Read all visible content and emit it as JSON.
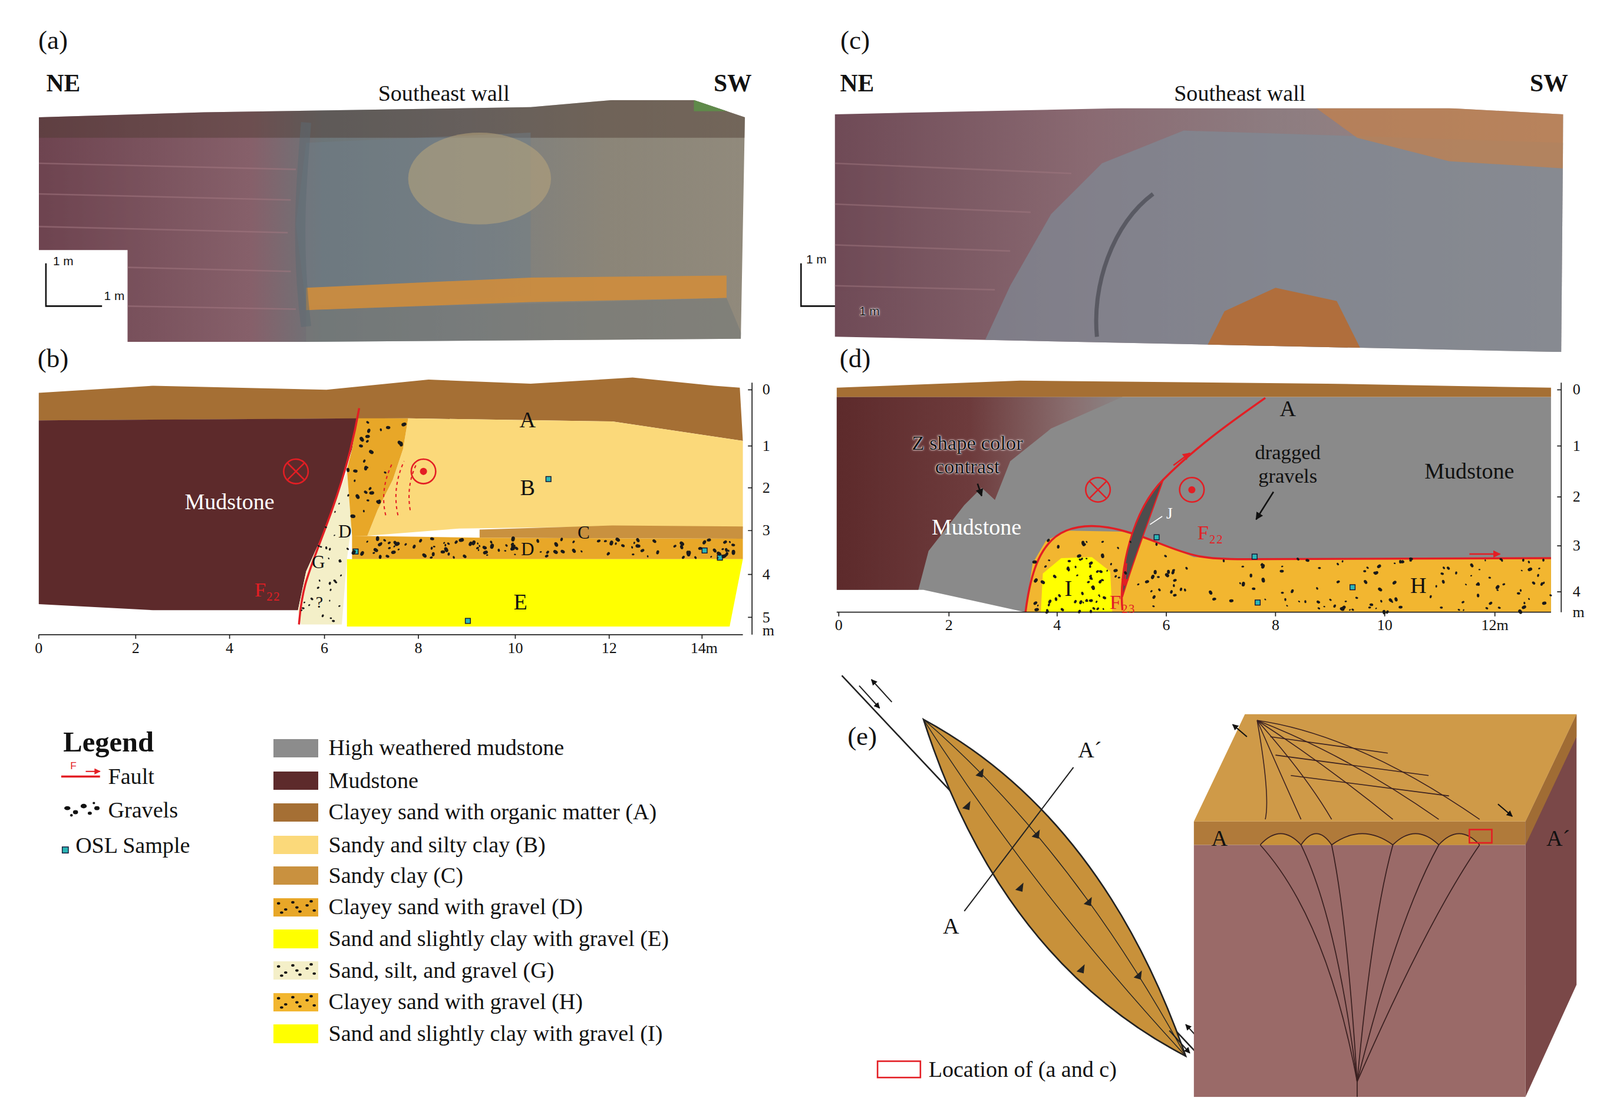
{
  "diagram": {
    "labels": [
      "(a)",
      "NE",
      "Southeast wall",
      "SW",
      "1 m",
      "1 m",
      "(b)",
      "A",
      "Mudstone",
      "B",
      "C",
      "D",
      "D",
      "E",
      "G",
      "?",
      "F₂₂",
      "0",
      "1",
      "2",
      "3",
      "4",
      "5",
      "m",
      "0",
      "2",
      "4",
      "6",
      "8",
      "10",
      "12",
      "14m",
      "(c)",
      "NE",
      "Southeast wall",
      "SW",
      "1 m",
      "1 m",
      "(d)",
      "A",
      "Z shape color contrast",
      "Mudstone",
      "Mudstone",
      "dragged gravels",
      "J",
      "F₂₃",
      "F₂₂",
      "I",
      "H",
      "0",
      "1",
      "2",
      "3",
      "4",
      "m",
      "0",
      "2",
      "4",
      "6",
      "8",
      "10",
      "12m",
      "(e)",
      "A´",
      "A",
      "A",
      "A´",
      "Legend",
      "Location of (a and c)",
      "F"
    ],
    "legend": [
      {
        "text": "Fault"
      },
      {
        "text": "Gravels"
      },
      {
        "text": "OSL Sample"
      },
      {
        "text": "High weathered mudstone",
        "color": "#8c8c8c"
      },
      {
        "text": "Mudstone",
        "color": "#5d2a2b"
      },
      {
        "text": "Clayey sand with organic matter (A)",
        "color": "#a56f34"
      },
      {
        "text": "Sandy and silty clay (B)",
        "color": "#fbd97a"
      },
      {
        "text": "Sandy clay (C)",
        "color": "#c9913f"
      },
      {
        "text": "Clayey sand with gravel (D)",
        "color": "#e8a728"
      },
      {
        "text": "Sand and slightly clay with gravel (E)",
        "color": "#ffff00"
      },
      {
        "text": "Sand, silt, and gravel (G)",
        "color": "#f4efc8"
      },
      {
        "text": "Clayey sand with gravel (H)",
        "color": "#f2b630"
      },
      {
        "text": "Sand and slightly clay with gravel (I)",
        "color": "#ffff00"
      }
    ]
  }
}
